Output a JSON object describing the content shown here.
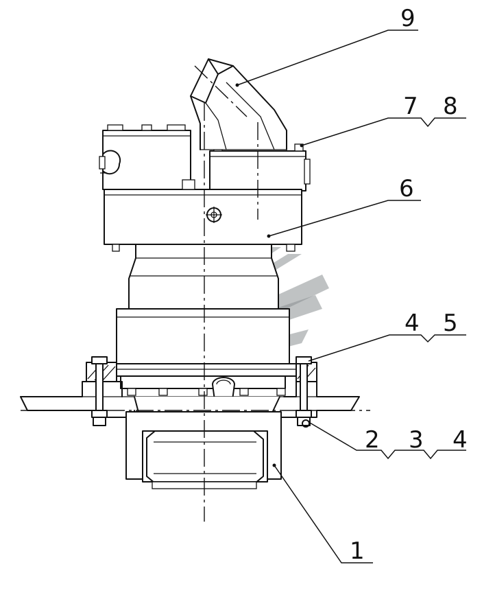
{
  "callouts": {
    "c9": "9",
    "c7": "7",
    "c8": "8",
    "c6": "6",
    "c4_top": "4",
    "c5": "5",
    "c2": "2",
    "c3": "3",
    "c4_bottom": "4",
    "c1": "1"
  },
  "colors": {
    "line": "#111111",
    "watermark": "#8a9091",
    "background": "#ffffff"
  }
}
